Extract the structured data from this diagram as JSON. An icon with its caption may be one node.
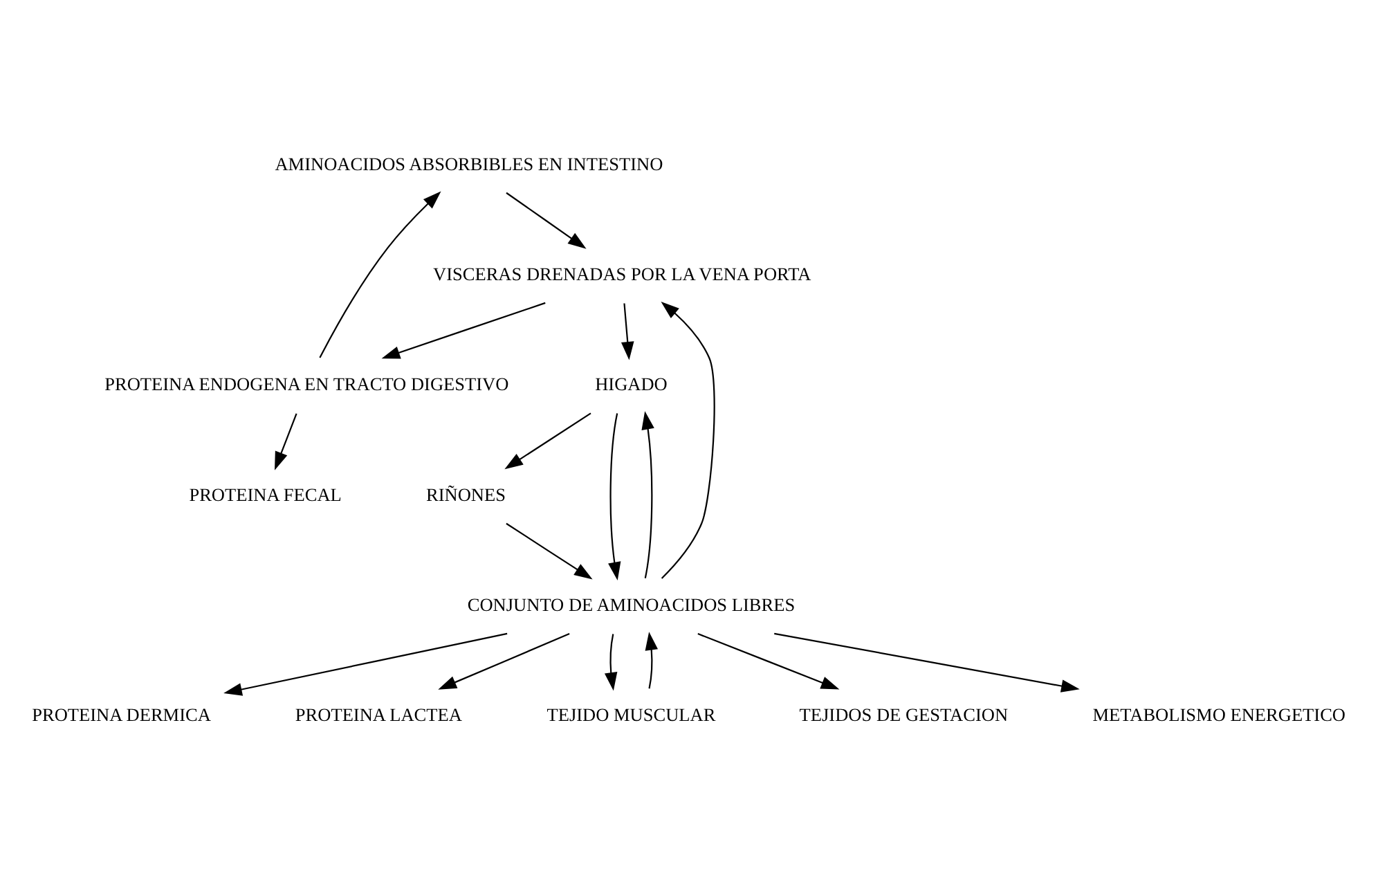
{
  "diagram": {
    "nodes": [
      {
        "text": [
          "AMINOACIDOS ABSORBIBLES EN INTESTINO"
        ]
      },
      {
        "text": [
          "VISCERAS DRENADAS POR LA VENA PORTA"
        ]
      },
      {
        "text": [
          "PROTEINA ENDOGENA EN TRACTO DIGESTIVO"
        ]
      },
      {
        "text": [
          "HIGADO"
        ]
      },
      {
        "text": [
          "RIÑONES"
        ]
      },
      {
        "text": [
          "PROTEINA FECAL"
        ]
      },
      {
        "text": [
          "CONJUNTO DE AMINOACIDOS LIBRES"
        ]
      },
      {
        "text": [
          "PROTEINA DERMICA"
        ]
      },
      {
        "text": [
          "PROTEINA LACTEA"
        ]
      },
      {
        "text": [
          "TEJIDO MUSCULAR"
        ]
      },
      {
        "text": [
          "TEJIDOS DE GESTACION"
        ]
      },
      {
        "text": [
          "METABOLISMO ENERGETICO"
        ]
      }
    ],
    "edges": [
      {
        "from": 0,
        "to": 1,
        "arrow": "to"
      },
      {
        "from": 1,
        "to": 2,
        "arrow": "to"
      },
      {
        "from": 2,
        "to": 0,
        "arrow": "to"
      },
      {
        "from": 2,
        "to": 5,
        "arrow": "to"
      },
      {
        "from": 1,
        "to": 3,
        "arrow": "to"
      },
      {
        "from": 3,
        "to": 4,
        "arrow": "to"
      },
      {
        "from": 3,
        "to": 6,
        "arrow": "to"
      },
      {
        "from": 4,
        "to": 6,
        "arrow": "to"
      },
      {
        "from": 6,
        "to": 1,
        "arrow": "to"
      },
      {
        "from": 6,
        "to": 3,
        "arrow": "to"
      },
      {
        "from": 6,
        "to": 9,
        "arrow": "to"
      },
      {
        "from": 9,
        "to": 6,
        "arrow": "to"
      },
      {
        "from": 6,
        "to": 7,
        "arrow": "to"
      },
      {
        "from": 6,
        "to": 8,
        "arrow": "to"
      },
      {
        "from": 6,
        "to": 10,
        "arrow": "to"
      },
      {
        "from": 6,
        "to": 11,
        "arrow": "to"
      }
    ]
  }
}
